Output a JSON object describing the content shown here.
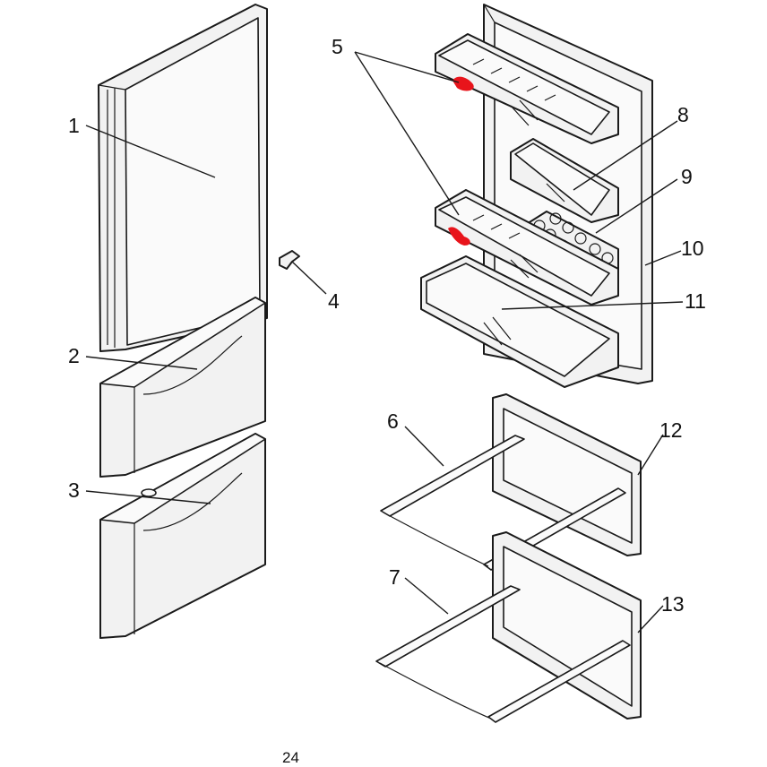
{
  "callouts": [
    {
      "id": "1",
      "label": "1"
    },
    {
      "id": "2",
      "label": "2"
    },
    {
      "id": "3",
      "label": "3"
    },
    {
      "id": "4",
      "label": "4"
    },
    {
      "id": "5",
      "label": "5"
    },
    {
      "id": "6",
      "label": "6"
    },
    {
      "id": "7",
      "label": "7"
    },
    {
      "id": "8",
      "label": "8"
    },
    {
      "id": "9",
      "label": "9"
    },
    {
      "id": "10",
      "label": "10"
    },
    {
      "id": "11",
      "label": "11"
    },
    {
      "id": "12",
      "label": "12"
    },
    {
      "id": "13",
      "label": "13"
    }
  ],
  "page_number": "24",
  "colors": {
    "line": "#1a1a1a",
    "fill": "#f2f2f2",
    "highlight": "#e8141b"
  }
}
